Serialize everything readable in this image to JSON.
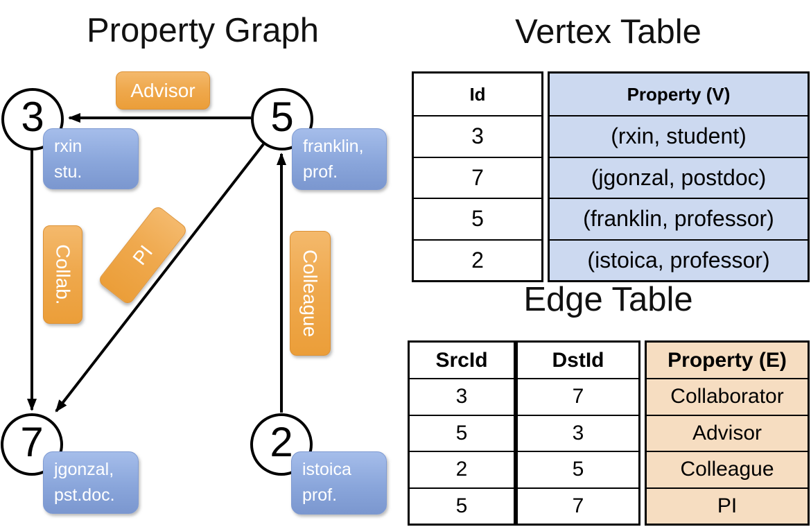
{
  "titles": {
    "graph": "Property Graph",
    "vertex": "Vertex Table",
    "edge": "Edge Table"
  },
  "graph": {
    "nodes": [
      {
        "id": "3",
        "line1": "rxin",
        "line2": "stu."
      },
      {
        "id": "5",
        "line1": "franklin,",
        "line2": "prof."
      },
      {
        "id": "7",
        "line1": "jgonzal,",
        "line2": "pst.doc."
      },
      {
        "id": "2",
        "line1": "istoica",
        "line2": "prof."
      }
    ],
    "edge_labels": {
      "advisor": "Advisor",
      "collab": "Collab.",
      "pi": "PI",
      "colleague": "Colleague"
    }
  },
  "vertex_table": {
    "headers": {
      "id": "Id",
      "property": "Property (V)"
    },
    "rows": [
      {
        "id": "3",
        "property": "(rxin, student)"
      },
      {
        "id": "7",
        "property": "(jgonzal, postdoc)"
      },
      {
        "id": "5",
        "property": "(franklin, professor)"
      },
      {
        "id": "2",
        "property": "(istoica, professor)"
      }
    ]
  },
  "edge_table": {
    "headers": {
      "src": "SrcId",
      "dst": "DstId",
      "property": "Property (E)"
    },
    "rows": [
      {
        "src": "3",
        "dst": "7",
        "property": "Collaborator"
      },
      {
        "src": "5",
        "dst": "3",
        "property": "Advisor"
      },
      {
        "src": "2",
        "dst": "5",
        "property": "Colleague"
      },
      {
        "src": "5",
        "dst": "7",
        "property": "PI"
      }
    ]
  },
  "colors": {
    "node_box_blue": "#8aa6db",
    "edge_box_orange": "#efa94e",
    "vertex_cell_blue": "#ccd9f0",
    "edge_cell_tan": "#f6ddc1",
    "line_black": "#000000"
  }
}
